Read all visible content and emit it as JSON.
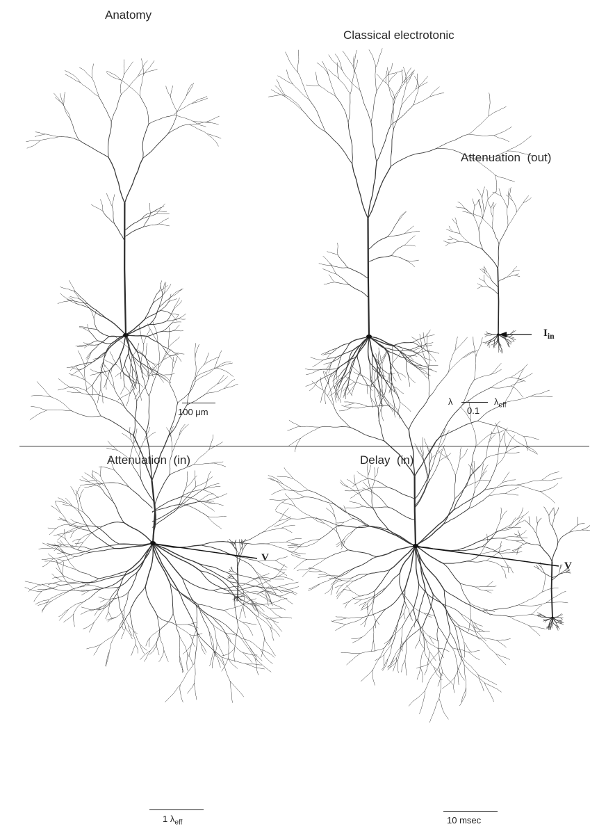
{
  "panels": {
    "anatomy": {
      "title": "Anatomy",
      "scale_label": "100 μm"
    },
    "classical": {
      "title": "Classical electrotonic"
    },
    "attenuation_out": {
      "title": "Attenuation  (out)",
      "input_label": "I",
      "input_sub": "in",
      "scale": {
        "left": "λ",
        "value": "0.1",
        "right": "λ",
        "right_sub": "eff"
      }
    },
    "attenuation_in": {
      "title": "Attenuation  (in)",
      "recording_label": "V",
      "scale": {
        "value": "1 λ",
        "sub": "eff"
      }
    },
    "delay_in": {
      "title": "Delay  (in)",
      "recording_label": "V",
      "scale_label": "10 msec"
    }
  }
}
